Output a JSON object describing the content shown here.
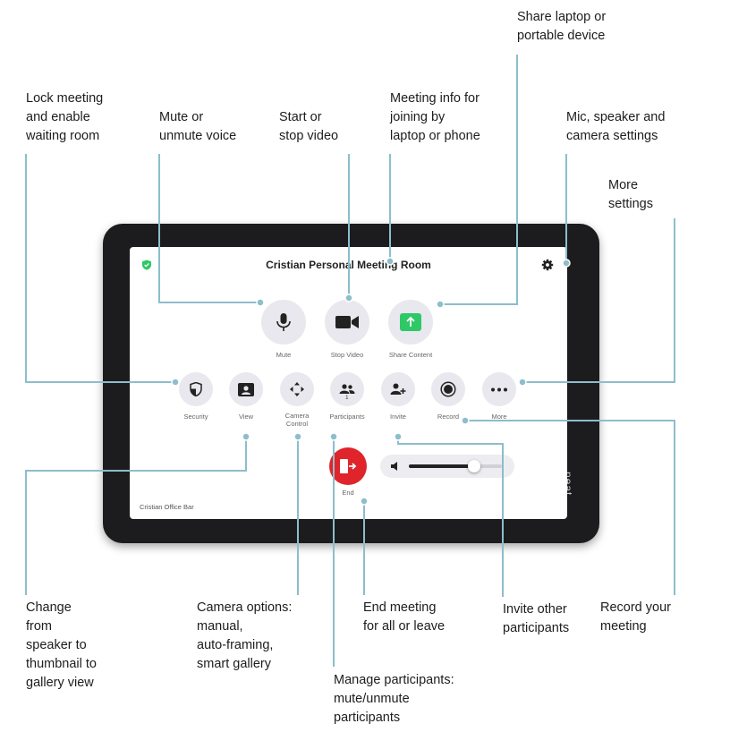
{
  "callouts": {
    "share": "Share laptop or\nportable device",
    "lock": "Lock meeting\nand enable\nwaiting room",
    "mute": "Mute or\nunmute voice",
    "video": "Start or\nstop video",
    "info": "Meeting info for\njoining by\nlaptop or phone",
    "settings": "Mic, speaker and\ncamera settings",
    "more": "More\nsettings",
    "change": "Change\nfrom\nspeaker to\nthumbnail to\ngallery view",
    "camera": "Camera options:\nmanual,\nauto-framing,\nsmart gallery",
    "end": "End meeting\nfor all or leave",
    "invite": "Invite other\nparticipants",
    "record": "Record your\nmeeting",
    "participants": "Manage participants:\nmute/unmute\nparticipants"
  },
  "device": {
    "brand": "neat.",
    "room_title": "Cristian Personal Meeting Room",
    "office_label": "Cristian Office Bar"
  },
  "buttons": {
    "mute": "Mute",
    "stop_video": "Stop Video",
    "share_content": "Share Content",
    "security": "Security",
    "view": "View",
    "camera_control": "Camera\nControl",
    "participants": "Participants",
    "participants_count": "1",
    "invite": "Invite",
    "record": "Record",
    "more": "More",
    "end": "End"
  },
  "volume": {
    "level": 0.7
  },
  "colors": {
    "leader_line": "#8cbecb",
    "end_red": "#e0242b",
    "share_green": "#2ec866",
    "shield_green": "#2ec866"
  },
  "icons": [
    "shield-icon",
    "gear-icon",
    "microphone-icon",
    "video-camera-icon",
    "share-arrow-icon",
    "security-shield-icon",
    "view-icon",
    "camera-move-icon",
    "participants-icon",
    "invite-icon",
    "record-icon",
    "more-dots-icon",
    "end-call-icon",
    "speaker-icon"
  ]
}
